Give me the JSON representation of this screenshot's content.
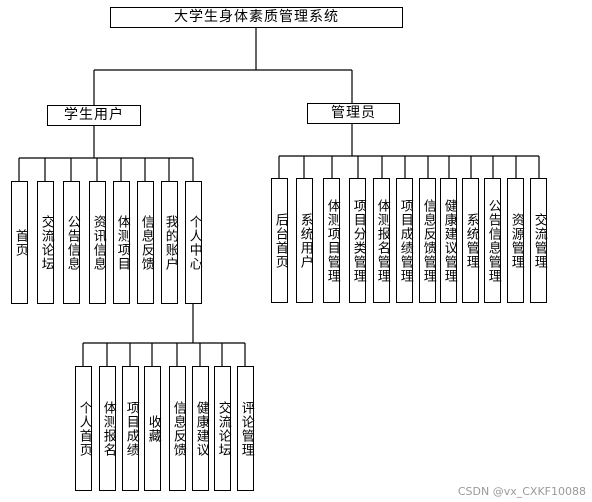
{
  "title": "大学生身体素质管理系统",
  "branches": {
    "student": {
      "label": "学生用户",
      "items": [
        "首页",
        "交流论坛",
        "公告信息",
        "资讯信息",
        "体测项目",
        "信息反馈",
        "我的账户",
        "个人中心"
      ],
      "personal_center": {
        "items": [
          "个人首页",
          "体测报名",
          "项目成绩",
          "收藏",
          "信息反馈",
          "健康建议",
          "交流论坛",
          "评论管理"
        ]
      }
    },
    "admin": {
      "label": "管理员",
      "items": [
        "后台首页",
        "系统用户",
        "体测项目管理",
        "项目分类管理",
        "体测报名管理",
        "项目成绩管理",
        "信息反馈管理",
        "健康建议管理",
        "系统管理",
        "公告信息管理",
        "资源管理",
        "交流管理"
      ]
    }
  },
  "watermark": "CSDN @vx_CXKF10088"
}
